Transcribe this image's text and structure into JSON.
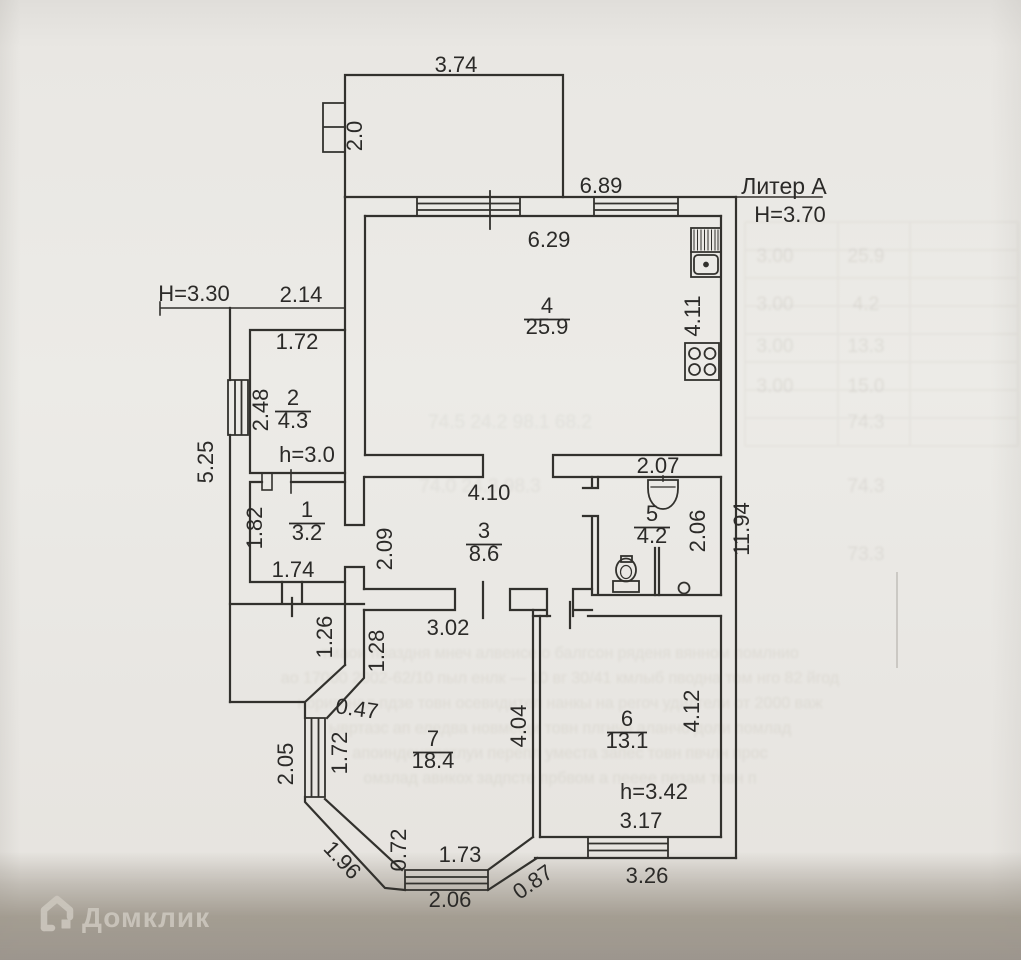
{
  "plan": {
    "building_label": "Литер А",
    "building_height": "H=3.70",
    "labels": {
      "dim_374": "3.74",
      "dim_20": "2.0",
      "dim_689": "6.89",
      "liter": "Литер А",
      "h370": "H=3.70",
      "dim_629": "6.29",
      "dim_411": "4.11",
      "h330": "H=3.30",
      "dim_214": "2.14",
      "dim_172a": "1.72",
      "dim_248": "2.48",
      "h30": "h=3.0",
      "dim_525": "5.25",
      "dim_182": "1.82",
      "dim_174": "1.74",
      "dim_410": "4.10",
      "dim_209": "2.09",
      "dim_207": "2.07",
      "dim_206r": "2.06",
      "dim_1194": "11.94",
      "dim_302": "3.02",
      "dim_128": "1.28",
      "dim_126": "1.26",
      "dim_047": "0.47",
      "dim_404": "4.04",
      "dim_412": "4.12",
      "dim_172b": "1.72",
      "dim_205": "2.05",
      "dim_196": "1.96",
      "dim_072": "0.72",
      "dim_173": "1.73",
      "dim_206b": "2.06",
      "dim_087": "0.87",
      "h342": "h=3.42",
      "dim_317": "3.17",
      "dim_326": "3.26"
    },
    "rooms": [
      {
        "id": "r1",
        "number": "1",
        "area": "3.2"
      },
      {
        "id": "r2",
        "number": "2",
        "area": "4.3"
      },
      {
        "id": "r3",
        "number": "3",
        "area": "8.6"
      },
      {
        "id": "r4",
        "number": "4",
        "area": "25.9"
      },
      {
        "id": "r5",
        "number": "5",
        "area": "4.2"
      },
      {
        "id": "r6",
        "number": "6",
        "area": "13.1"
      },
      {
        "id": "r7",
        "number": "7",
        "area": "18.4"
      }
    ]
  },
  "watermark": {
    "icon": "house-icon",
    "text": "Домклик"
  },
  "bleedthrough": {
    "right_table": [
      {
        "c1": "3.00",
        "c2": "25.9"
      },
      {
        "c1": "3.00",
        "c2": "4.2"
      },
      {
        "c1": "3.00",
        "c2": "13.3"
      },
      {
        "c1": "3.00",
        "c2": "15.0"
      }
    ],
    "mid_rows": [
      "74.5   24.2   98.1   68.2",
      "74.0   24.3   98.3",
      "73.3"
    ],
    "right_rows": [
      "74.3",
      "74.3",
      "73.3"
    ],
    "paragraph": [
      "тмаои пваздня мнеч алвеисе о балгсон ряденя вянном помлнио",
      "ао 17000 2002-62/10 пыл енлк — 10 вг 30/41 кмлыб пводна том нго 82 йгод",
      "норигинал пдзе товн осевидител нанкы на регоч удилгели от 2000 важ",
      "ывртазс ап еледва новмещи товн плгнчо аланчо доли помлад",
      "апоинденплстлуи перепл уместа запес товн пвчлн прос",
      "омзлад авикох задпсте прбвом а пееее пезам товн п"
    ]
  }
}
